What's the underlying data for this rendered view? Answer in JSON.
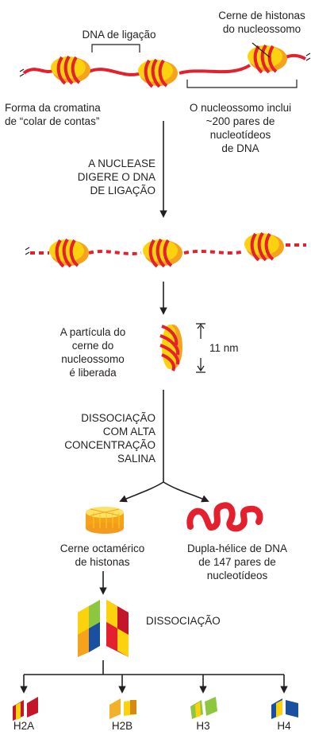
{
  "labels": {
    "linker_dna": "DNA de ligação",
    "histone_core_l1": "Cerne de histonas",
    "histone_core_l2": "do nucleossomo",
    "beads_l1": "Forma da cromatina",
    "beads_l2": "de “colar de contas”",
    "nucleosome_l1": "O nucleossomo inclui",
    "nucleosome_l2": "~200 pares de",
    "nucleosome_l3": "nucleotídeos",
    "nucleosome_l4": "de DNA",
    "nuclease_l1": "A NUCLEASE",
    "nuclease_l2": "DIGERE O DNA",
    "nuclease_l3": "DE LIGAÇÃO",
    "particle_l1": "A partícula do",
    "particle_l2": "cerne do",
    "particle_l3": "nucleossomo",
    "particle_l4": "é liberada",
    "size": "11 nm",
    "salt_l1": "DISSOCIAÇÃO",
    "salt_l2": "COM ALTA",
    "salt_l3": "CONCENTRAÇÃO",
    "salt_l4": "SALINA",
    "octamer_l1": "Cerne octamérico",
    "octamer_l2": "de histonas",
    "helix_l1": "Dupla-hélice de DNA",
    "helix_l2": "de 147 pares de",
    "helix_l3": "nucleotídeos",
    "dissociation": "DISSOCIAÇÃO",
    "h2a": "H2A",
    "h2b": "H2B",
    "h3": "H3",
    "h4": "H4"
  },
  "colors": {
    "dna": "#e5202e",
    "histone": "#fcd20f",
    "histone_dark": "#f29b1f",
    "h2a": "#c4162a",
    "h2b": "#f3b12a",
    "h3": "#8dc63f",
    "h4": "#1b4fa0"
  }
}
